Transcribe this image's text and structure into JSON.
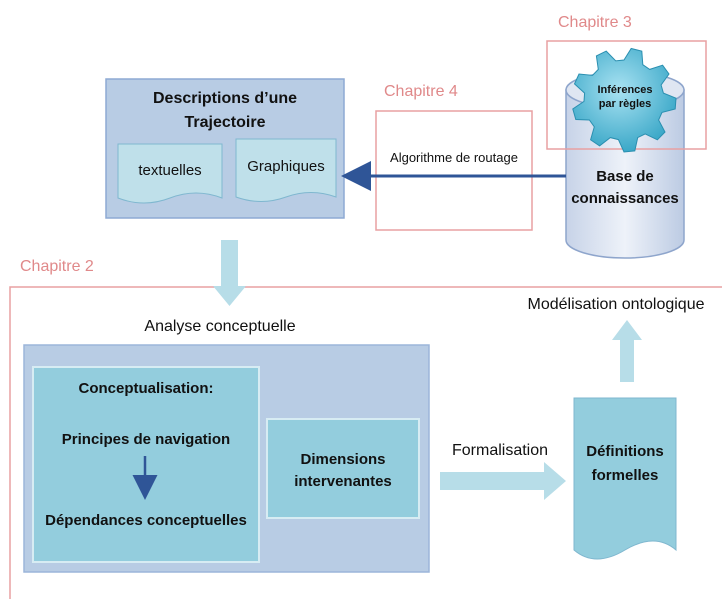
{
  "chapters": {
    "ch3": "Chapitre 3",
    "ch4": "Chapitre 4",
    "ch2": "Chapitre 2"
  },
  "descriptions": {
    "title_line1": "Descriptions d’une",
    "title_line2": "Trajectoire",
    "doc_left": "textuelles",
    "doc_right": "Graphiques"
  },
  "routing": {
    "label": "Algorithme de routage"
  },
  "knowledge_base": {
    "gear_line1": "Inférences",
    "gear_line2": "par règles",
    "db_line1": "Base de",
    "db_line2": "connaissances"
  },
  "analysis": {
    "label": "Analyse conceptuelle",
    "concept_title": "Conceptualisation:",
    "principles": "Principes de navigation",
    "dependencies": "Dépendances conceptuelles",
    "dims_line1": "Dimensions",
    "dims_line2": "intervenantes"
  },
  "formalisation": {
    "label": "Formalisation"
  },
  "definitions": {
    "line1": "Définitions",
    "line2": "formelles"
  },
  "ontology": {
    "label": "Modélisation ontologique"
  },
  "colors": {
    "chapter_red": "#e0898a",
    "panel_blue": "#b8cce4",
    "teal": "#93cddd",
    "arrow_light": "#b7dde8",
    "arrow_dark": "#2f5597"
  }
}
